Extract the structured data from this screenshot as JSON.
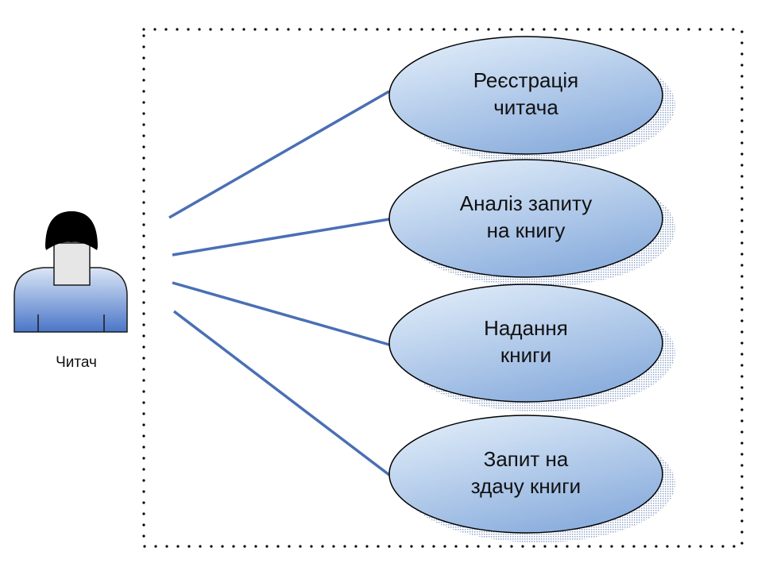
{
  "diagram": {
    "actor": {
      "label": "Читач",
      "icon": "user-icon"
    },
    "use_cases": [
      {
        "line1": "Реєстрація",
        "line2": "читача"
      },
      {
        "line1": "Аналіз запиту",
        "line2": "на книгу"
      },
      {
        "line1": "Надання",
        "line2": "книги"
      },
      {
        "line1": "Запит на",
        "line2": "здачу книги"
      }
    ],
    "colors": {
      "connector": "#4a6fb5",
      "ellipse_fill_light": "#e6f1fb",
      "ellipse_fill_dark": "#8eb0de",
      "ellipse_stroke": "#000000",
      "actor_body_top": "#dbe6f6",
      "actor_body_bottom": "#4a76c8",
      "actor_hair": "#000000",
      "actor_face": "#e6e6e6",
      "boundary_dots": "#000000"
    }
  }
}
